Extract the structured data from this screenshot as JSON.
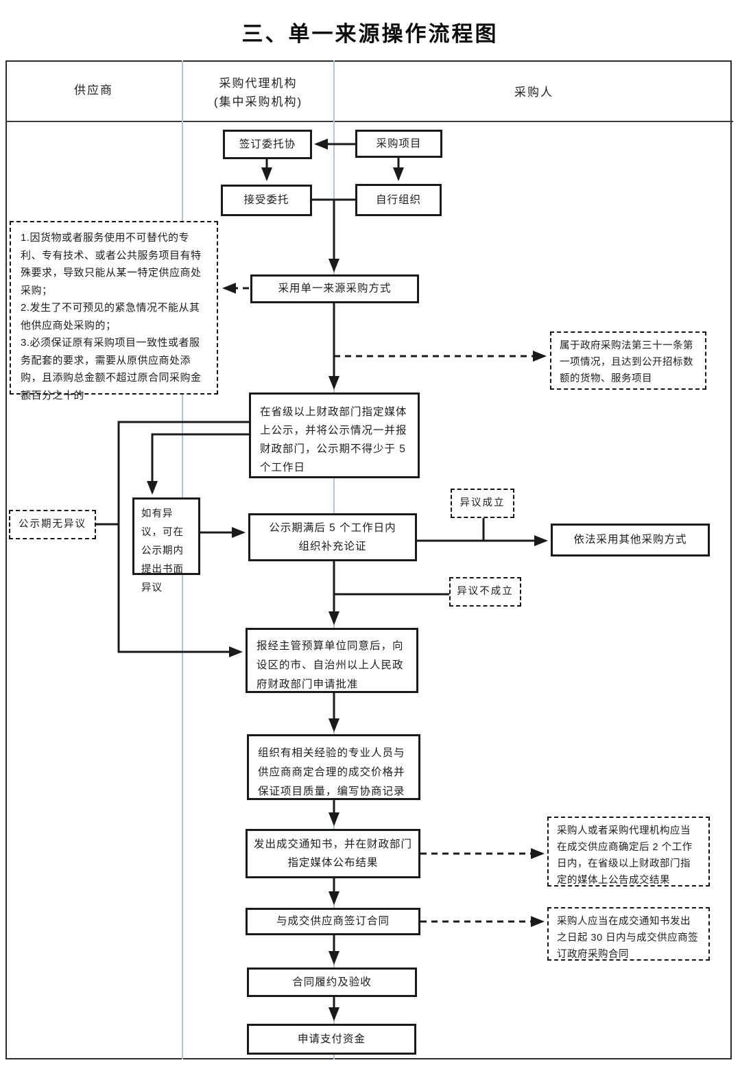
{
  "title": "三、单一来源操作流程图",
  "header": {
    "supplier": "供应商",
    "agency_line1": "采购代理机构",
    "agency_line2": "(集中采购机构)",
    "purchaser": "采购人"
  },
  "flow": {
    "sign": "签订委托协",
    "project": "采购项目",
    "accept": "接受委托",
    "self_organize": "自行组织",
    "single_source": "采用单一来源采购方式",
    "publicity": "在省级以上财政部门指定媒体上公示，并将公示情况一并报财政部门，公示期不得少于 5 个工作日",
    "objection": "如有异议，可在公示期内提出书面异议",
    "review": "公示期满后 5 个工作日内\n组织补充论证",
    "other_method": "依法采用其他采购方式",
    "approval": "报经主管预算单位同意后，向设区的市、自治州以上人民政府财政部门申请批准",
    "negotiation": "组织有相关经验的专业人员与供应商商定合理的成交价格并保证项目质量，编写协商记录",
    "notice": "发出成交通知书，并在财政部门\n指定媒体公布结果",
    "contract": "与成交供应商签订合同",
    "performance": "合同履约及验收",
    "payment": "申请支付资金"
  },
  "notes": {
    "reasons": "1.因货物或者服务使用不可替代的专利、专有技术、或者公共服务项目有特殊要求，导致只能从某一特定供应商处采购；\n2.发生了不可预见的紧急情况不能从其他供应商处采购的；\n3.必须保证原有采购项目一致性或者服务配套的要求，需要从原供应商处添购，且添购总金额不超过原合同采购金额百分之十的",
    "law": "属于政府采购法第三十一条第一项情况，且达到公开招标数额的货物、服务项目",
    "no_objection": "公示期无异议",
    "objection_valid": "异议成立",
    "objection_invalid": "异议不成立",
    "announce": "采购人或者采购代理机构应当在成交供应商确定后 2 个工作日内，在省级以上财政部门指定的媒体上公告成交结果",
    "sign_30": "采购人应当在成交通知书发出之日起 30 日内与成交供应商签订政府采购合同"
  },
  "colors": {
    "line": "#1a1a1a",
    "divider": "#a9c6da"
  }
}
